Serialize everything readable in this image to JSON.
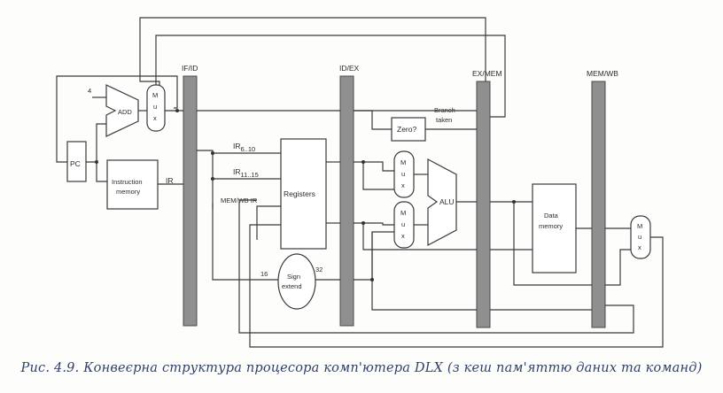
{
  "caption": "Рис. 4.9. Конвеєрна структура процесора комп'ютера DLX (з кеш пам'яттю даних та команд)",
  "stages": {
    "if_id": "IF/ID",
    "id_ex": "ID/EX",
    "ex_mem": "EX/MEM",
    "mem_wb": "MEM/WB"
  },
  "blocks": {
    "pc": "PC",
    "add": "ADD",
    "const4": "4",
    "instruction_memory_1": "Instruction",
    "instruction_memory_2": "memory",
    "ir": "IR",
    "registers": "Registers",
    "sign_extend_1": "Sign",
    "sign_extend_2": "extend",
    "zero": "Zero?",
    "alu": "ALU",
    "data_memory_1": "Data",
    "data_memory_2": "memory",
    "branch_taken_1": "Branch",
    "branch_taken_2": "taken"
  },
  "mux": {
    "m": "M",
    "u": "u",
    "x": "x"
  },
  "fields": {
    "ir_6_10": "IR",
    "ir_6_10_sub": "6..10",
    "ir_11_15": "IR",
    "ir_11_15_sub": "11..15",
    "mem_wb_ir": "MEM/WB IR",
    "width_16": "16",
    "width_32": "32"
  }
}
